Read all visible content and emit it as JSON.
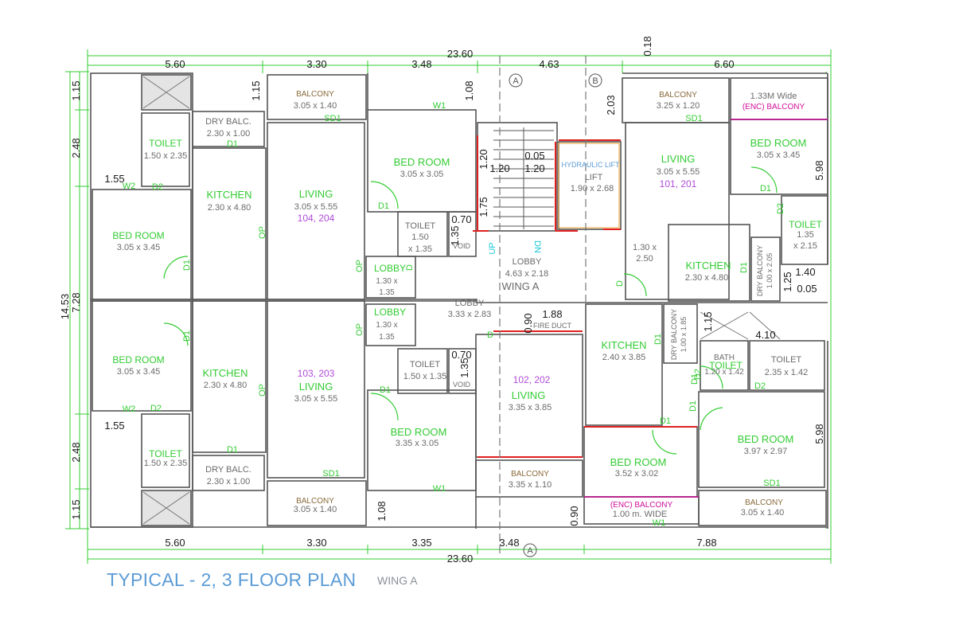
{
  "caption": {
    "title": "TYPICAL - 2, 3 FLOOR PLAN",
    "wing": "WING A"
  },
  "colors": {
    "wall": "#555555",
    "green": "#33cc33",
    "dim": "#1a1a1a",
    "purple": "#b04bd8",
    "magenta": "#d0109a",
    "blue": "#5b9bd5",
    "cyan": "#18c8d8",
    "red": "#e02020",
    "gray": "#6b6b6b"
  },
  "dims": {
    "overall_top": "23.60",
    "top_1": "5.60",
    "top_2": "3.30",
    "top_3": "3.48",
    "top_4": "4.63",
    "top_5": "0.18",
    "top_6": "6.60",
    "overall_bottom": "23.60",
    "bot_1": "5.60",
    "bot_2": "3.30",
    "bot_3": "3.35",
    "bot_4": "3.48",
    "bot_5": "7.88",
    "left_overall": "14.53",
    "left_mid": "7.28",
    "left_1": "1.15",
    "left_2": "2.48",
    "left_3": "2.48",
    "left_4": "1.15",
    "right_1": "5.98",
    "right_2": "5.98",
    "d_115a": "1.15",
    "d_108a": "1.08",
    "d_203": "2.03",
    "d_155a": "1.55",
    "d_155b": "1.55",
    "d_120a": "1.20",
    "d_120b": "1.20",
    "d_005a": "0.05",
    "d_175": "1.75",
    "d_070a": "0.70",
    "d_135a": "1.35",
    "d_090a": "0.90",
    "d_188": "1.88",
    "d_115b": "1.15",
    "d_410": "4.10",
    "d_140": "1.40",
    "d_125": "1.25",
    "d_005b": "0.05",
    "d_070b": "0.70",
    "d_135b": "1.35",
    "d_108b": "1.08",
    "d_090b": "0.90"
  },
  "grid": {
    "a_top": "A",
    "b_top": "B",
    "a_bottom": "A"
  },
  "rooms": {
    "toilet_tl": {
      "name": "TOILET",
      "size": "1.50 x 2.35"
    },
    "drybalc_tl": {
      "name": "DRY BALC.",
      "size": "2.30 x 1.00"
    },
    "balcony_tl": {
      "name": "BALCONY",
      "size": "3.05 x 1.40"
    },
    "kitchen_l1": {
      "name": "KITCHEN",
      "size": "2.30 x 4.80"
    },
    "living_l1": {
      "name": "LIVING",
      "size": "3.05 x 5.55",
      "units": "104, 204"
    },
    "bed_tlc": {
      "name": "BED ROOM",
      "size": "3.05 x 3.05"
    },
    "bed_l1": {
      "name": "BED ROOM",
      "size": "3.05 x 3.45"
    },
    "toilet_c1": {
      "name": "TOILET",
      "size1": "1.50",
      "size2": "x 1.35"
    },
    "void_c1": {
      "name": "VOID"
    },
    "lobby_s1": {
      "name": "LOBBY",
      "size1": "1.30 x",
      "size2": "1.35"
    },
    "lobby_s2": {
      "name": "LOBBY",
      "size1": "1.30 x",
      "size2": "1.35"
    },
    "lobby_c": {
      "name": "LOBBY",
      "size": "3.33 x 2.83"
    },
    "lobby_w": {
      "name": "LOBBY",
      "size": "4.63 x 2.18",
      "wing": "WING A"
    },
    "lift": {
      "name": "LIFT",
      "size": "1.90 x 2.68",
      "tag": "HYDRAULIC LIFT"
    },
    "fire_duct": {
      "name": "FIRE DUCT"
    },
    "stair": {
      "up": "UP",
      "dn": "DN"
    },
    "balcony_tr": {
      "name": "BALCONY",
      "size": "3.25 x 1.20"
    },
    "enc_balc_tr": {
      "name": "(ENC) BALCONY",
      "size": "1.33M Wide"
    },
    "living_r1": {
      "name": "LIVING",
      "size": "3.05 x 5.55",
      "units": "101, 201"
    },
    "bed_r1": {
      "name": "BED ROOM",
      "size": "3.05 x 3.45"
    },
    "toilet_r1": {
      "name": "TOILET",
      "size1": "1.35",
      "size2": "x 2.15"
    },
    "passage_r": {
      "size1": "1.30 x",
      "size2": "2.50"
    },
    "kitchen_r1": {
      "name": "KITCHEN",
      "size": "2.30 x 4.80"
    },
    "drybalc_r1": {
      "name": "DRY BALCONY",
      "size": "1.00 x 2.05"
    },
    "bed_l2": {
      "name": "BED ROOM",
      "size": "3.05 x 3.45"
    },
    "kitchen_l2": {
      "name": "KITCHEN",
      "size": "2.30 x 4.80"
    },
    "living_l2": {
      "name": "LIVING",
      "size": "3.05 x 5.55",
      "units": "103, 203"
    },
    "toilet_c2": {
      "name": "TOILET",
      "size": "1.50 x 1.35"
    },
    "void_c2": {
      "name": "VOID"
    },
    "bed_blc": {
      "name": "BED ROOM",
      "size": "3.35 x 3.05"
    },
    "living_c2": {
      "name": "LIVING",
      "size": "3.35 x 3.85",
      "units": "102, 202"
    },
    "balcony_bc": {
      "name": "BALCONY",
      "size": "3.35 x 1.10"
    },
    "kitchen_r2": {
      "name": "KITCHEN",
      "size": "2.40 x 3.85"
    },
    "drybalc_r2": {
      "name": "DRY BALCONY",
      "size": "1.00 x 1.85"
    },
    "bath_r2": {
      "name": "TOILET",
      "tag": "BATH",
      "size": "1.20 x 1.42"
    },
    "toilet_r2": {
      "name": "TOILET",
      "size": "2.35 x 1.42"
    },
    "bed_r2": {
      "name": "BED ROOM",
      "size": "3.97 x 2.97"
    },
    "bed_bc": {
      "name": "BED ROOM",
      "size": "3.52 x 3.02"
    },
    "enc_balc_b": {
      "name": "(ENC) BALCONY",
      "size": "1.00 m. WIDE"
    },
    "balcony_br": {
      "name": "BALCONY",
      "size": "3.05 x 1.40"
    },
    "toilet_bl": {
      "name": "TOILET",
      "size": "1.50 x 2.35"
    },
    "drybalc_bl": {
      "name": "DRY BALC.",
      "size": "2.30 x 1.00"
    },
    "balcony_bl": {
      "name": "BALCONY",
      "size": "3.05 x 1.40"
    }
  },
  "doors": {
    "d1_a": "D1",
    "d1_b": "D1",
    "d1_c": "D1",
    "d1_d": "D1",
    "d1_e": "D1",
    "d1_f": "D1",
    "d1_g": "D1",
    "d1_h": "D1",
    "d1_i": "D1",
    "d1_j": "D1",
    "d1_k": "D1",
    "d1_l": "D1",
    "d2_a": "D2",
    "d2_b": "D2",
    "d2_c": "D2",
    "d2_d": "D2",
    "d2_e": "D2",
    "sd1_a": "SD1",
    "sd1_b": "SD1",
    "sd1_c": "SD1",
    "sd1_d": "SD1",
    "w1_a": "W1",
    "w1_b": "W1",
    "w1_c": "W1",
    "w2_a": "W2",
    "w2_b": "W2",
    "op_a": "OP",
    "op_b": "OP",
    "op_c": "OP",
    "op_d": "OP",
    "d_a": "D",
    "d_b": "D",
    "d_c": "D"
  }
}
